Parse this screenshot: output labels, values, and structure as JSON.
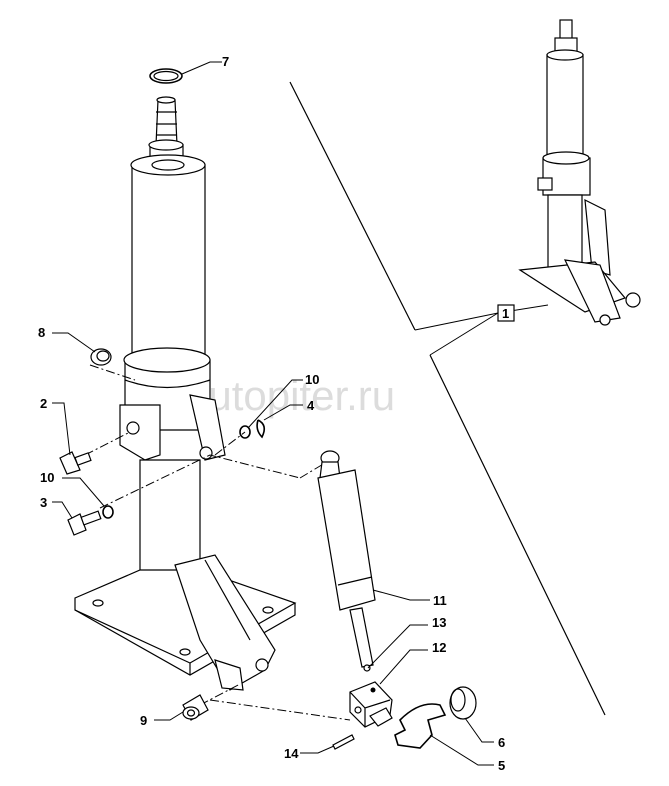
{
  "watermark": {
    "text": "autopiter.ru"
  },
  "labels": {
    "p1": "1",
    "p2": "2",
    "p3": "3",
    "p4": "4",
    "p5": "5",
    "p6": "6",
    "p7": "7",
    "p8": "8",
    "p9": "9",
    "p10a": "10",
    "p10b": "10",
    "p11": "11",
    "p12": "12",
    "p13": "13",
    "p14": "14"
  },
  "colors": {
    "line": "#000000",
    "background": "#ffffff",
    "watermark": "#d9d9d9"
  }
}
